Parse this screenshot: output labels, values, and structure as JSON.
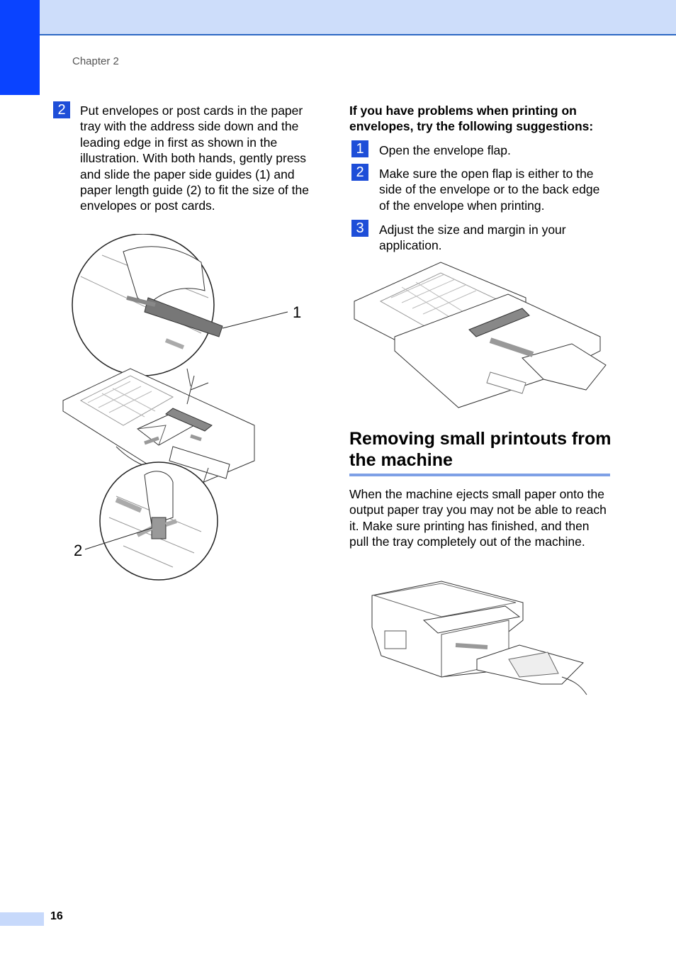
{
  "header": {
    "chapter": "Chapter 2"
  },
  "left": {
    "step_number": "2",
    "text": "Put envelopes or post cards in the paper tray with the address side down and the leading edge in first as shown in the illustration. With both hands, gently press and slide the paper side guides (1) and paper length guide (2) to fit the size of the envelopes or post cards.",
    "callouts": [
      "1",
      "2"
    ]
  },
  "right": {
    "problems_heading": "If you have problems when printing on envelopes, try the following suggestions:",
    "steps": [
      {
        "number": "1",
        "text": "Open the envelope flap."
      },
      {
        "number": "2",
        "text": "Make sure the open flap is either to the side of the envelope or to the back edge of the envelope when printing."
      },
      {
        "number": "3",
        "text": "Adjust the size and margin in your application."
      }
    ],
    "section_title": "Removing small printouts from the machine",
    "section_text": "When the machine ejects small paper onto the output paper tray you may not be able to reach it. Make sure printing has finished, and then pull the tray completely out of the machine."
  },
  "footer": {
    "page_number": "16"
  }
}
